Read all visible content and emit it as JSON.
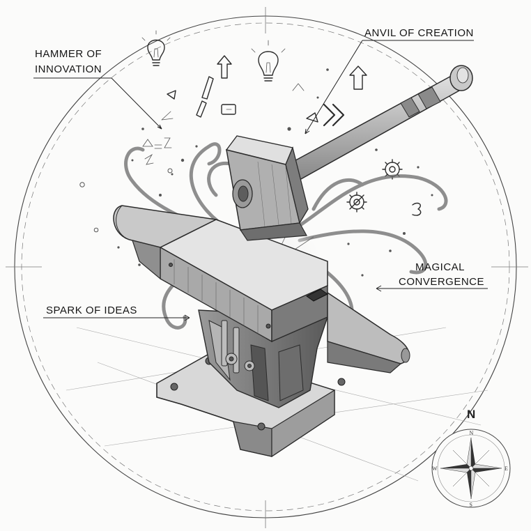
{
  "labels": {
    "hammer": [
      "HAMMER OF",
      "INNOVATION"
    ],
    "anvil": "ANVIL OF CREATION",
    "magical": [
      "MAGICAL",
      "CONVERGENCE"
    ],
    "spark": "SPARK OF IDEAS"
  },
  "compass": {
    "north_label": "N",
    "cardinals": {
      "n": "N",
      "e": "E",
      "s": "S",
      "w": "W"
    }
  },
  "colors": {
    "ink": "#2b2b2b",
    "paper": "#fbfbfa",
    "anvil_shade": "#8a8a8a",
    "metal_light": "#cfcfcf"
  }
}
